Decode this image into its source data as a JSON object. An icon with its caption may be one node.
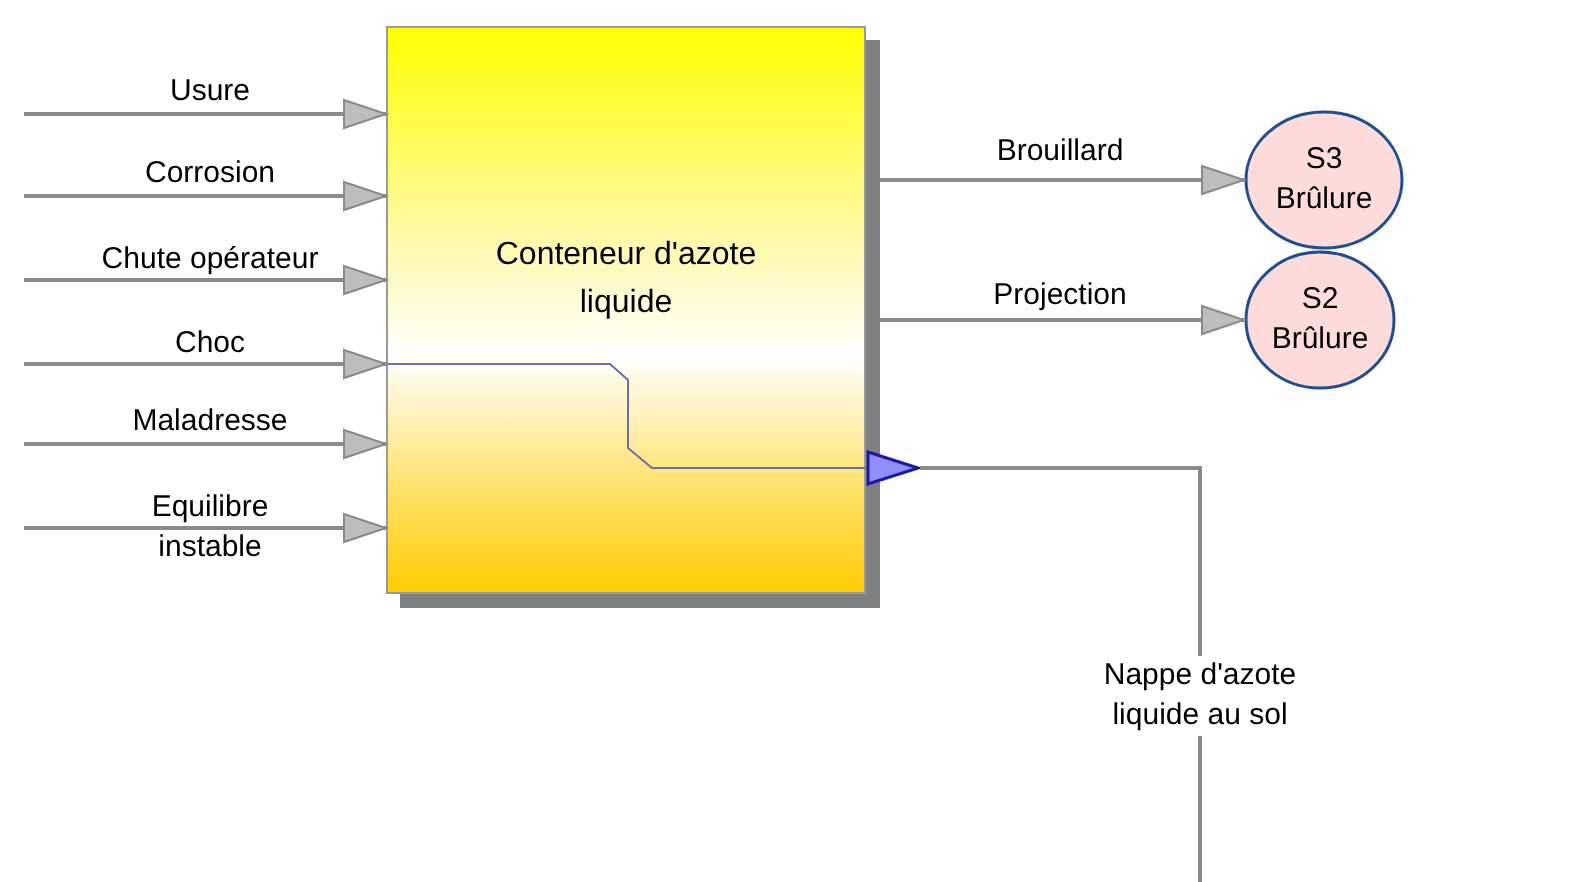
{
  "diagram": {
    "nodes": [
      {
        "text": [
          "Conteneur d'azote liquide"
        ]
      },
      {
        "text": [
          "S3 Brûlure"
        ]
      },
      {
        "text": [
          "S2 Brûlure"
        ]
      },
      {
        "text": [],
        "shape": "triangle"
      }
    ],
    "edges": [
      {
        "from": null,
        "to": 0,
        "arrow": "to",
        "label": "Usure"
      },
      {
        "from": null,
        "to": 0,
        "arrow": "to",
        "label": "Corrosion"
      },
      {
        "from": null,
        "to": 0,
        "arrow": "to",
        "label": "Chute opérateur"
      },
      {
        "from": null,
        "to": 0,
        "arrow": "to",
        "label": "Choc"
      },
      {
        "from": null,
        "to": 0,
        "arrow": "to",
        "label": "Maladresse"
      },
      {
        "from": null,
        "to": 0,
        "arrow": "to",
        "label": "Equilibre instable"
      },
      {
        "from": 0,
        "to": 1,
        "arrow": "to",
        "label": "Brouillard"
      },
      {
        "from": 0,
        "to": 2,
        "arrow": "to",
        "label": "Projection"
      },
      {
        "from": 3,
        "to": null,
        "arrow": "none",
        "label": "Nappe d'azote liquide au sol"
      },
      {
        "from": 0,
        "to": 3,
        "arrow": "none",
        "color": "#6f6fb0"
      }
    ]
  }
}
